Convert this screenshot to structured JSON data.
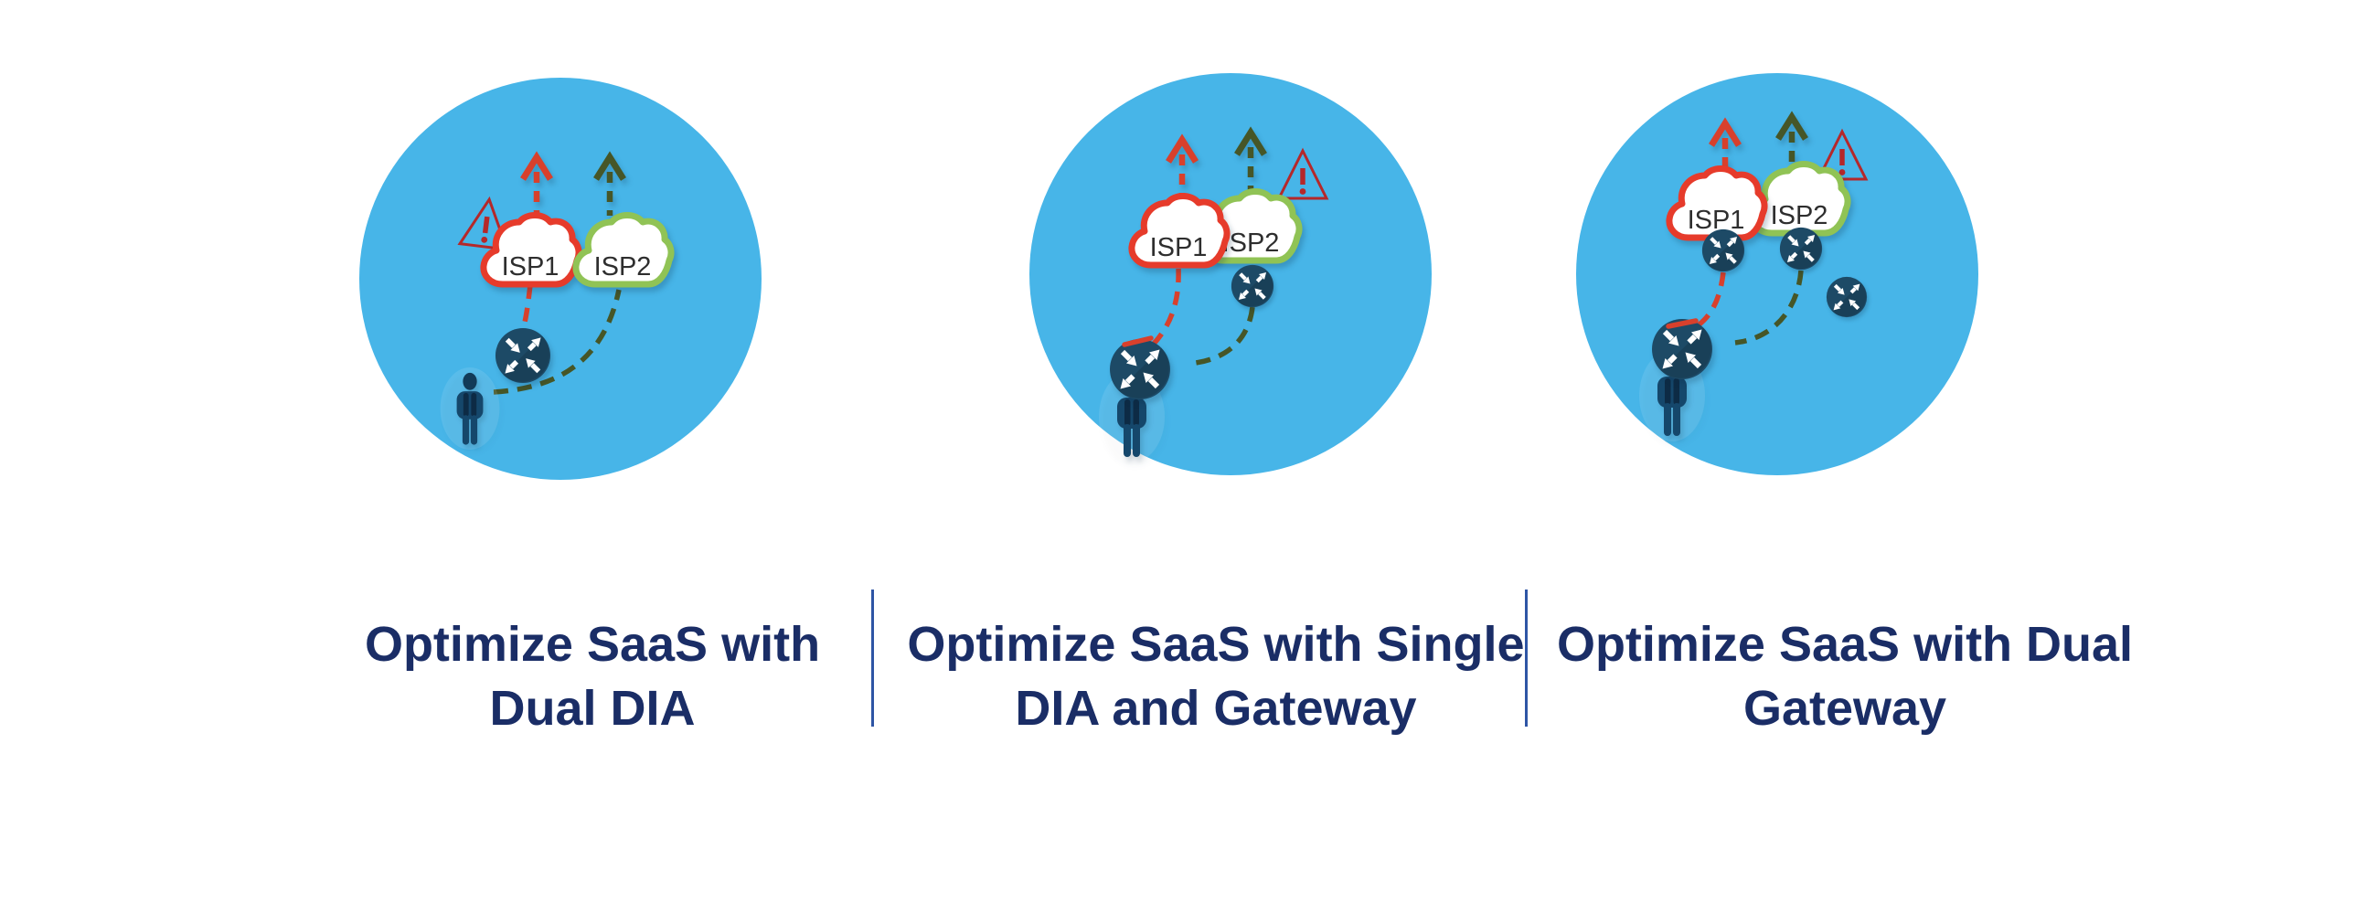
{
  "colors": {
    "background": "#ffffff",
    "circle_fill": "#47b5e8",
    "isp1_cloud_outline_red": "#e63b2b",
    "isp2_cloud_outline_green": "#90c355",
    "dia_path_red": "#d8402c",
    "gateway_path_green": "#465627",
    "warning_red": "#b5282a",
    "router_navy": "#1d4a66",
    "person_navy": "#15476b",
    "caption_navy": "#1a2d66",
    "divider_blue": "#2e55a5",
    "cloud_label_gray": "#2e2e2e"
  },
  "icons": {
    "up_arrow_red": "dashed chevron up-arrow (red, DIA path)",
    "up_arrow_green": "dashed chevron up-arrow (dark green, gateway path)",
    "warning_triangle": "red outlined triangle with exclamation mark",
    "router": "navy circle with four white crossing arrows",
    "person": "navy person silhouette with light halo"
  },
  "panels": [
    {
      "id": "dual-dia",
      "caption": "Optimize SaaS with Dual DIA",
      "caption_lines": [
        "Optimize SaaS with",
        "Dual DIA"
      ],
      "illustration": {
        "clouds": [
          {
            "label": "ISP1"
          },
          {
            "label": "ISP2"
          }
        ],
        "warning_position": "left of ISP1 cloud",
        "router_count": 1,
        "has_person": true
      }
    },
    {
      "id": "single-dia-and-gateway",
      "caption": "Optimize SaaS with Single DIA and Gateway",
      "caption_lines": [
        "Optimize SaaS with Single",
        "DIA and Gateway"
      ],
      "illustration": {
        "clouds": [
          {
            "label": "ISP1"
          },
          {
            "label": "ISP2"
          }
        ],
        "warning_position": "right of green arrow",
        "router_count": 2,
        "has_person": true
      }
    },
    {
      "id": "dual-gateway",
      "caption": "Optimize SaaS with Dual Gateway",
      "caption_lines": [
        "Optimize SaaS with Dual",
        "Gateway"
      ],
      "illustration": {
        "clouds": [
          {
            "label": "ISP1"
          },
          {
            "label": "ISP2"
          }
        ],
        "warning_position": "right of green arrow",
        "router_count": 4,
        "has_person": true
      }
    }
  ]
}
